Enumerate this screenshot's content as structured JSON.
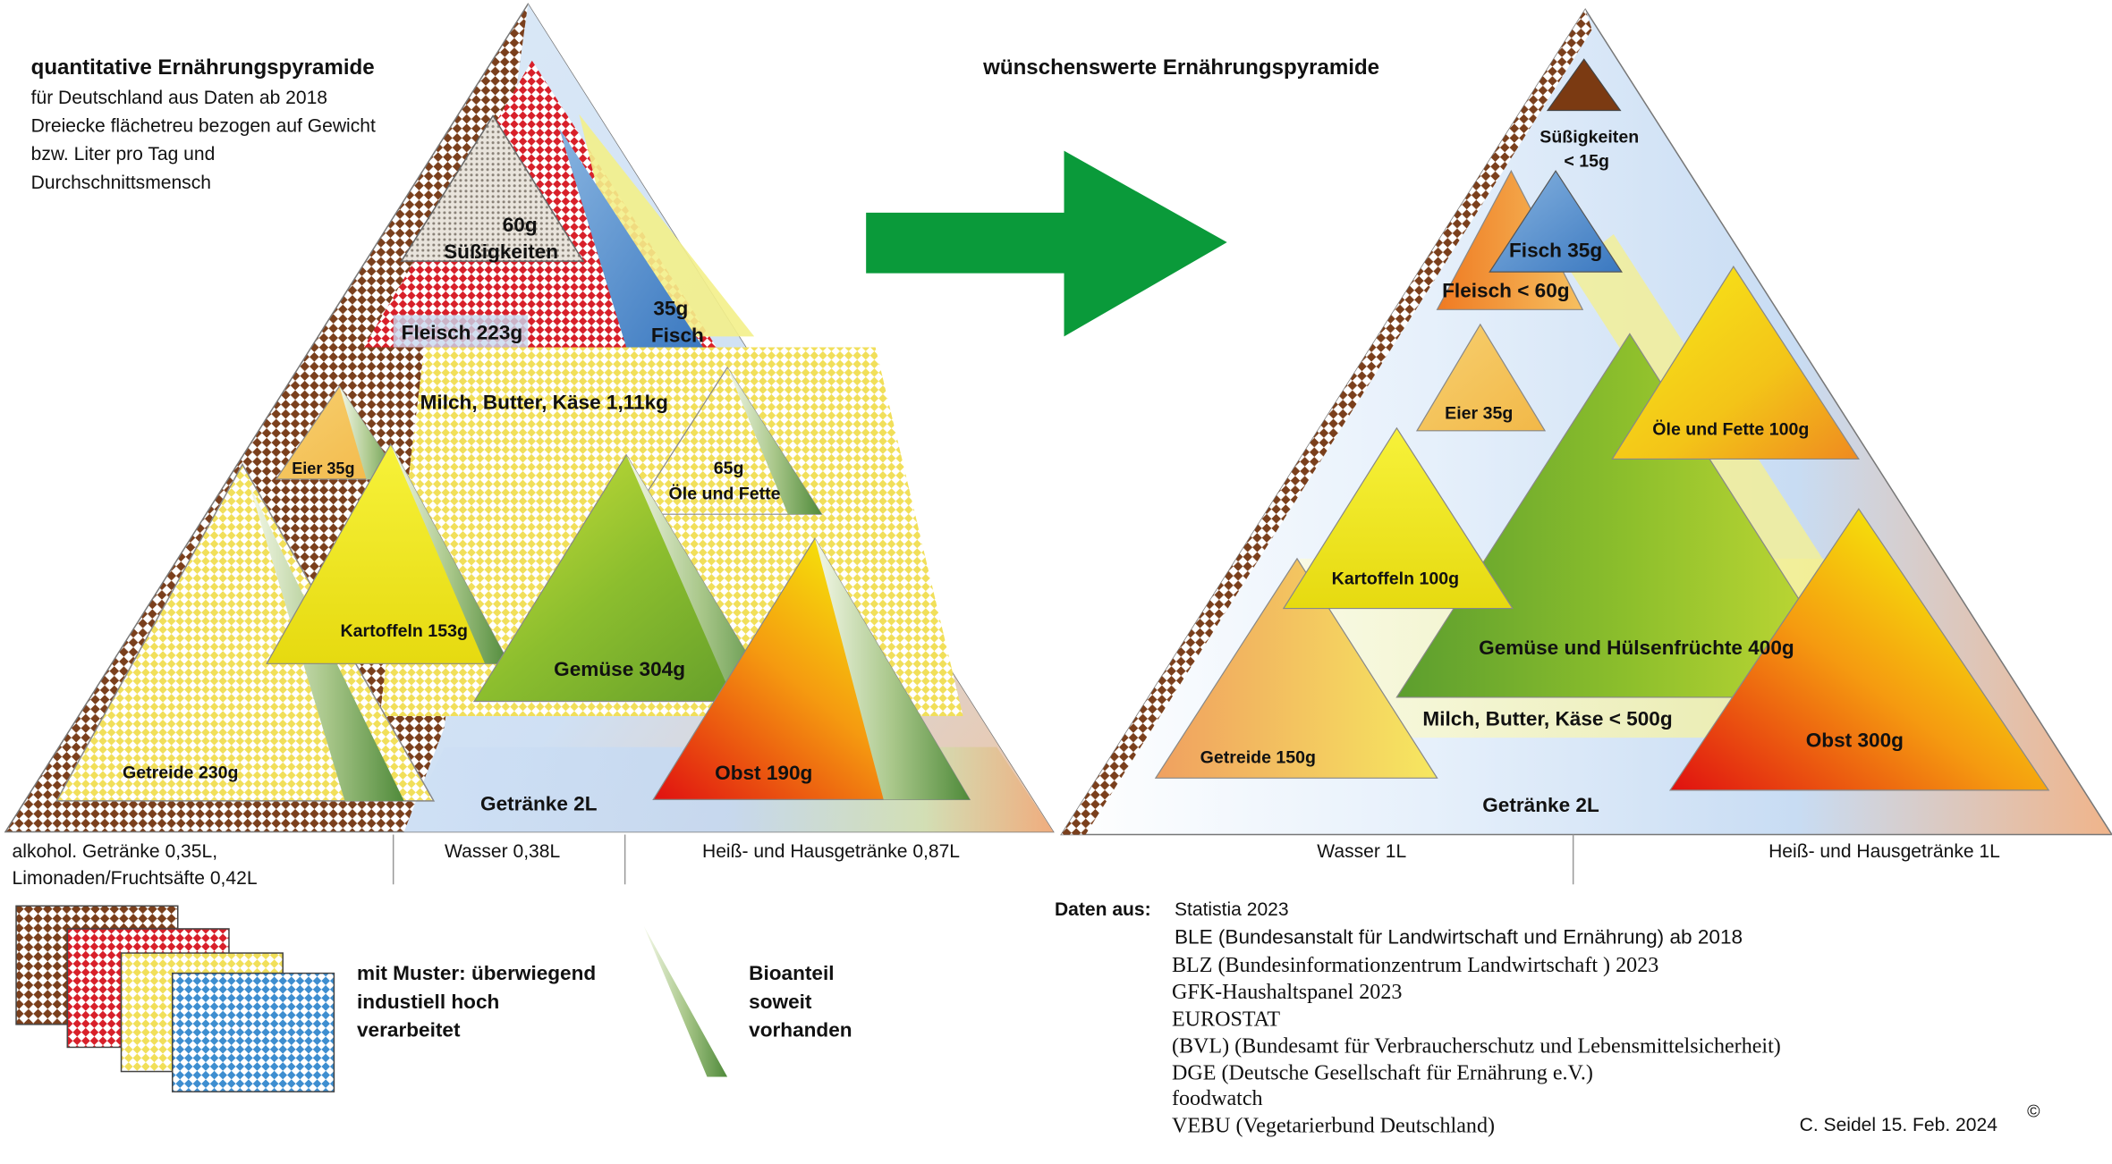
{
  "left": {
    "title": "quantitative Ernährungspyramide",
    "desc": [
      "für Deutschland aus Daten ab 2018",
      "Dreiecke flächetreu bezogen auf Gewicht",
      "bzw. Liter pro Tag und",
      "Durchschnittsmensch"
    ],
    "suessigkeiten": [
      "60g",
      "Süßigkeiten"
    ],
    "fleisch": "Fleisch 223g",
    "fisch": [
      "35g",
      "Fisch"
    ],
    "milch": "Milch, Butter, Käse 1,11kg",
    "eier": "Eier 35g",
    "oele": [
      "65g",
      "Öle und Fette"
    ],
    "kartoffeln": "Kartoffeln  153g",
    "gemuese": "Gemüse 304g",
    "getreide": "Getreide 230g",
    "obst": "Obst 190g",
    "getraenke": "Getränke 2L",
    "drinks": {
      "alkohol": [
        "alkohol. Getränke 0,35L,",
        "Limonaden/Fruchtsäfte  0,42L"
      ],
      "wasser": "Wasser 0,38L",
      "heiss": "Heiß- und Hausgetränke 0,87L"
    }
  },
  "right": {
    "title": "wünschenswerte Ernährungspyramide",
    "suessigkeiten": [
      "Süßigkeiten",
      "< 15g"
    ],
    "fisch": "Fisch 35g",
    "fleisch": "Fleisch < 60g",
    "eier": "Eier 35g",
    "oele": "Öle und Fette 100g",
    "kartoffeln": "Kartoffeln  100g",
    "gemuese": "Gemüse und Hülsenfrüchte 400g",
    "milch": "Milch, Butter, Käse < 500g",
    "getreide": "Getreide 150g",
    "obst": "Obst 300g",
    "getraenke": "Getränke 2L",
    "drinks": {
      "wasser": "Wasser 1L",
      "heiss": "Heiß- und Hausgetränke 1L"
    }
  },
  "legend": {
    "muster": [
      "mit Muster: überwiegend",
      "industiell hoch",
      "verarbeitet"
    ],
    "bio": [
      "Bioanteil",
      "soweit",
      "vorhanden"
    ]
  },
  "sources": {
    "label": "Daten aus:",
    "items": [
      "Statistia 2023",
      "BLE (Bundesanstalt für Landwirtschaft und Ernährung) ab 2018",
      "BLZ (Bundesinformationzentrum Landwirtschaft ) 2023",
      "GFK-Haushaltspanel 2023",
      "EUROSTAT",
      "(BVL) (Bundesamt für Verbraucherschutz und Lebensmittelsicherheit)",
      "DGE (Deutsche Gesellschaft für Ernährung e.V.)",
      "foodwatch",
      "VEBU (Vegetarierbund Deutschland)"
    ]
  },
  "credit": "C. Seidel  15. Feb. 2024",
  "copyright": "©"
}
